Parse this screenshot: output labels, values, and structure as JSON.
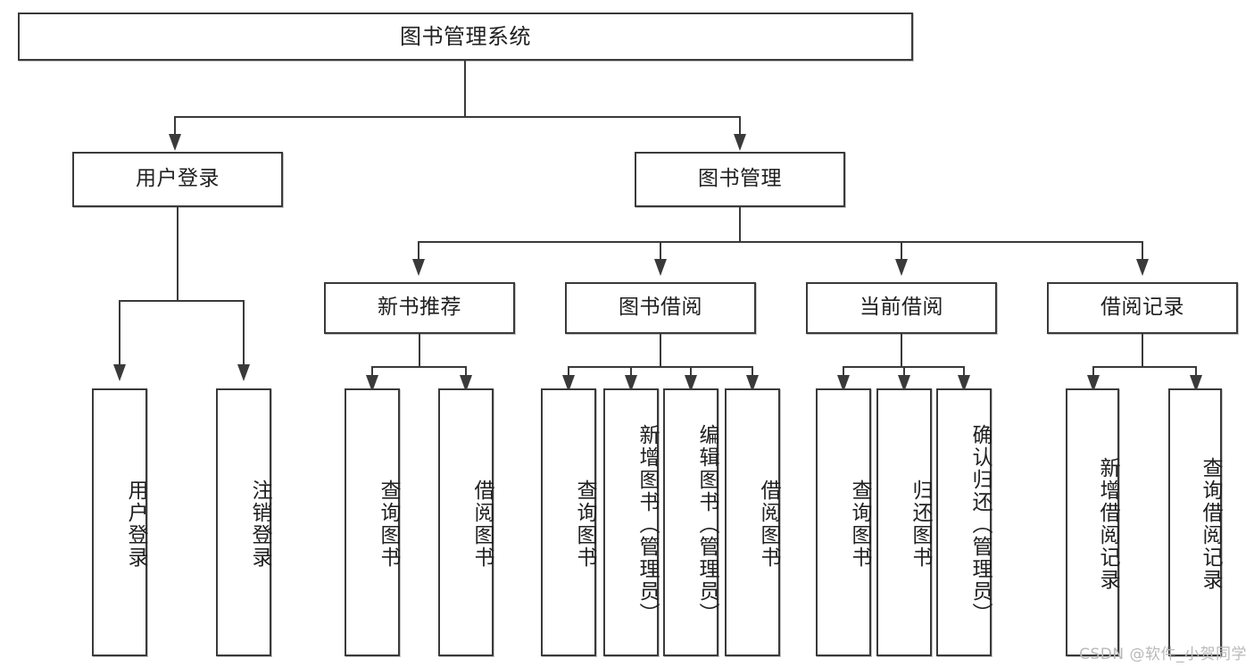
{
  "diagram": {
    "type": "tree-hierarchy",
    "title": "图书管理系统",
    "root": {
      "label": "图书管理系统"
    },
    "level2": [
      {
        "id": "user-login",
        "label": "用户登录"
      },
      {
        "id": "book-management",
        "label": "图书管理"
      }
    ],
    "level3": [
      {
        "id": "new-book-recommend",
        "label": "新书推荐"
      },
      {
        "id": "book-borrow",
        "label": "图书借阅"
      },
      {
        "id": "current-borrow",
        "label": "当前借阅"
      },
      {
        "id": "borrow-record",
        "label": "借阅记录"
      }
    ],
    "leaves": {
      "user_login": [
        {
          "id": "leaf-user-login",
          "label": "用户登录"
        },
        {
          "id": "leaf-logout-login",
          "label": "注销登录"
        }
      ],
      "new_book_recommend": [
        {
          "id": "leaf-query-book-1",
          "label": "查询图书"
        },
        {
          "id": "leaf-borrow-book-1",
          "label": "借阅图书"
        }
      ],
      "book_borrow": [
        {
          "id": "leaf-query-book-2",
          "label": "查询图书"
        },
        {
          "id": "leaf-add-book",
          "label": "新增图书（管理员）"
        },
        {
          "id": "leaf-edit-book",
          "label": "编辑图书（管理员）"
        },
        {
          "id": "leaf-borrow-book-2",
          "label": "借阅图书"
        }
      ],
      "current_borrow": [
        {
          "id": "leaf-query-book-3",
          "label": "查询图书"
        },
        {
          "id": "leaf-return-book",
          "label": "归还图书"
        },
        {
          "id": "leaf-confirm-return",
          "label": "确认归还（管理员）"
        }
      ],
      "borrow_record": [
        {
          "id": "leaf-add-record",
          "label": "新增借阅记录"
        },
        {
          "id": "leaf-query-record",
          "label": "查询借阅记录"
        }
      ]
    }
  },
  "watermark": {
    "text": "CSDN @软件_小贺同学"
  },
  "colors": {
    "stroke": "#3a3a3a",
    "fill": "#ffffff",
    "text": "#202020",
    "watermark": "#b9b9b9"
  }
}
